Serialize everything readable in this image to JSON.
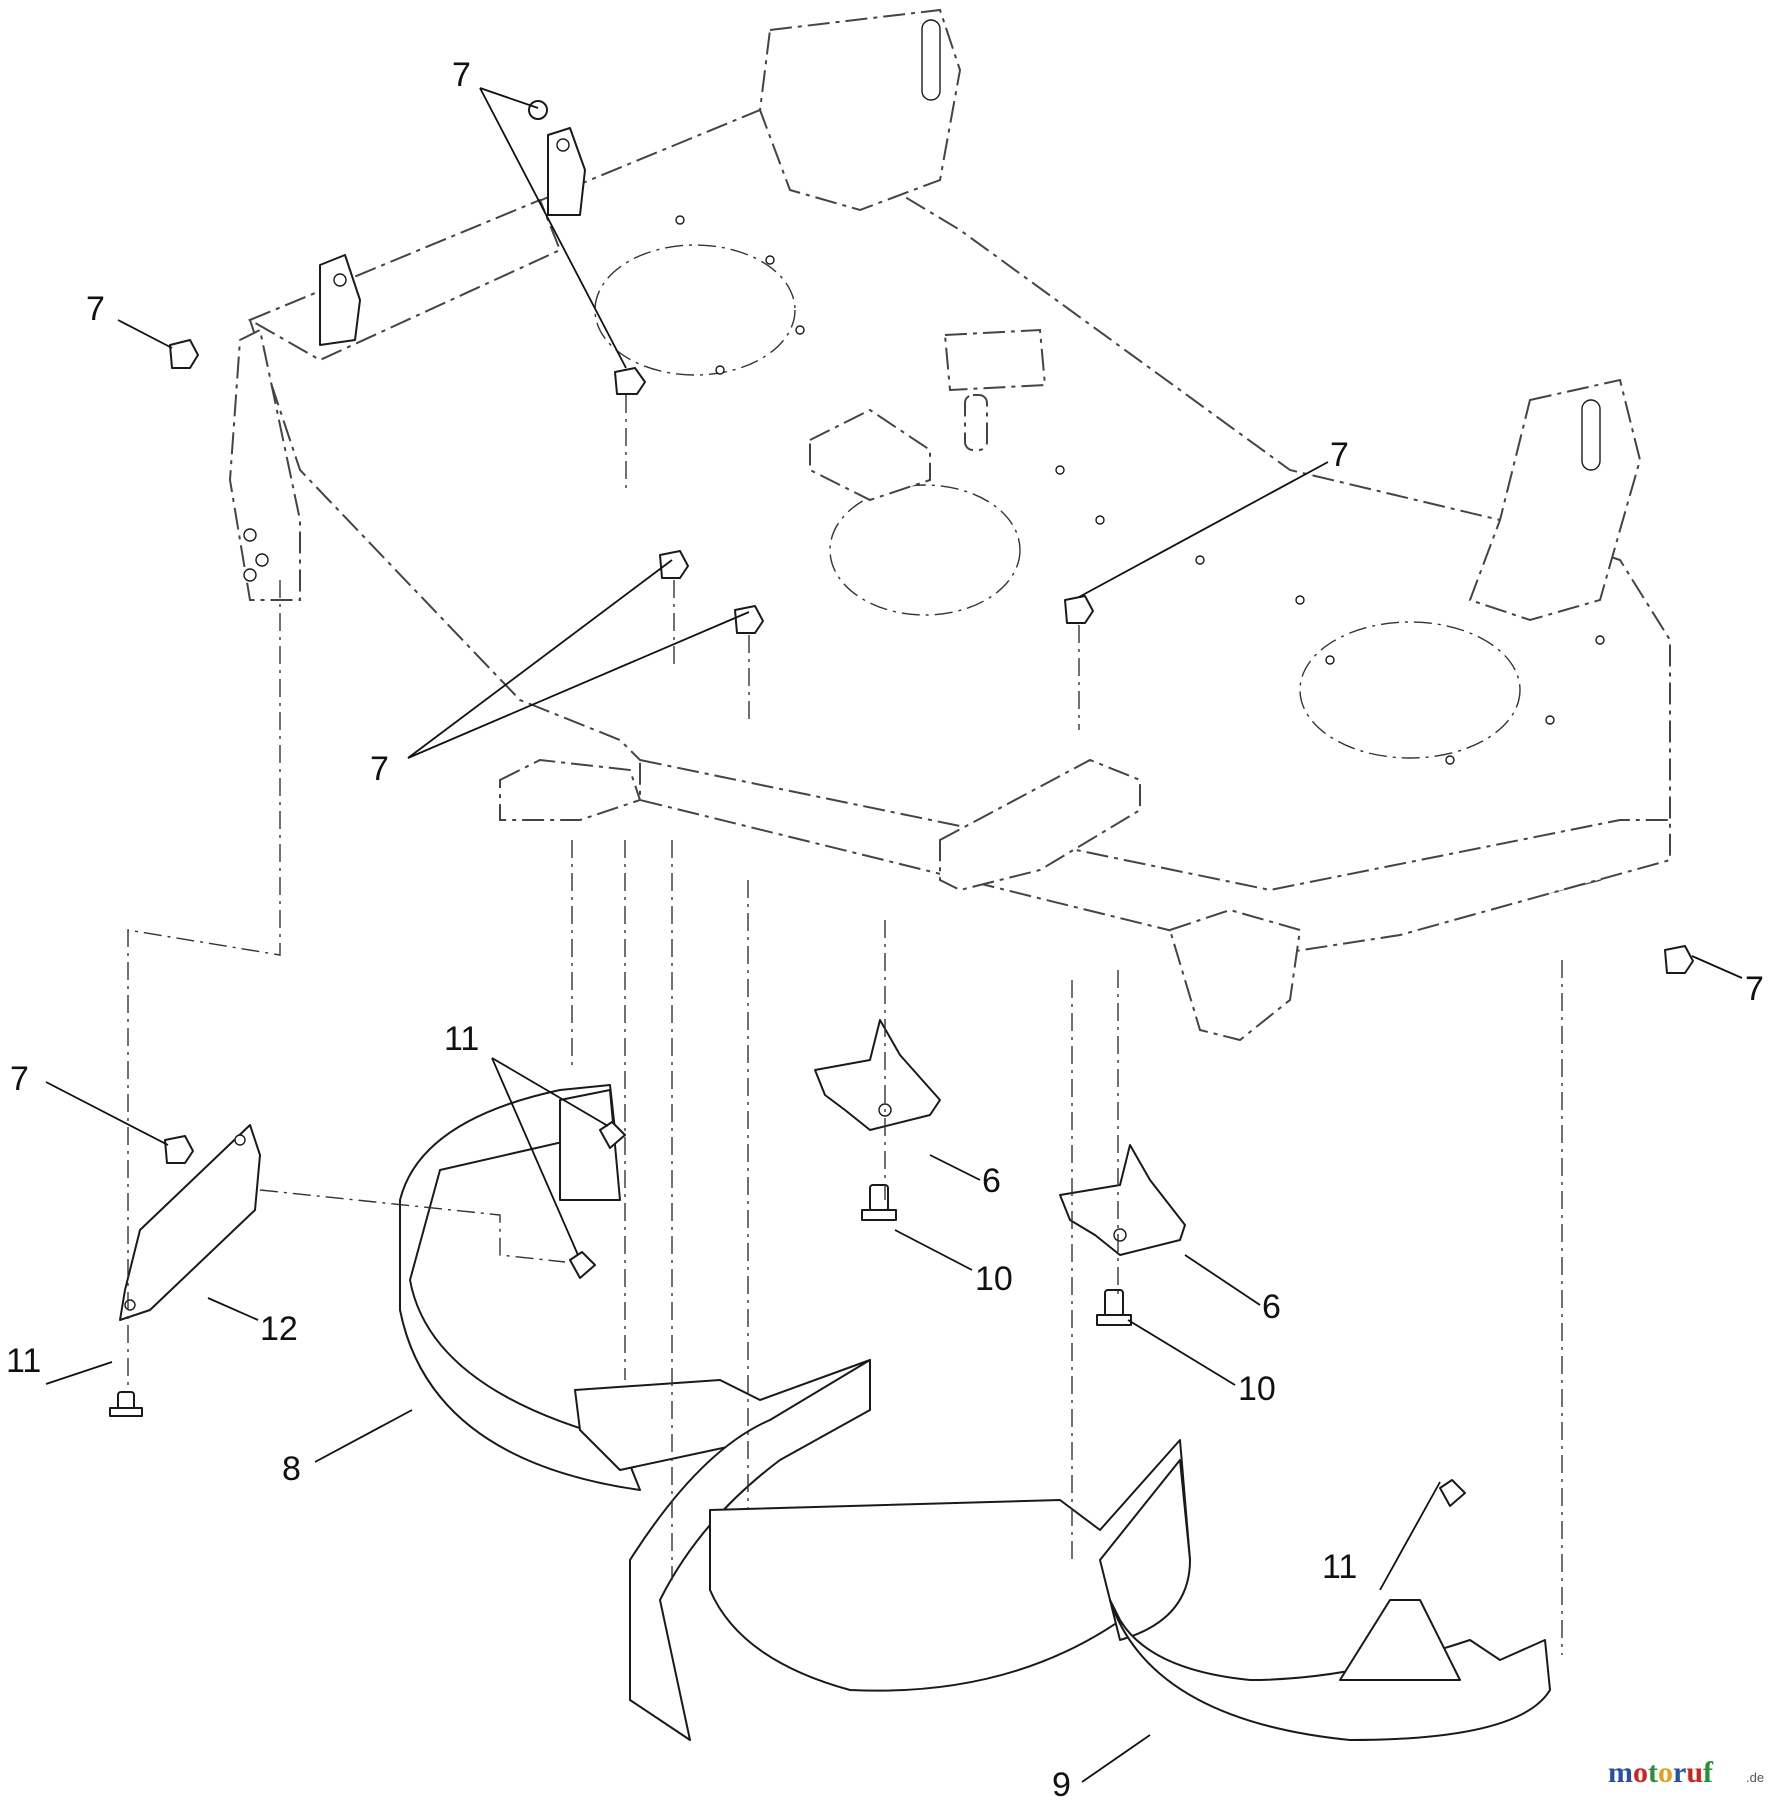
{
  "callouts": [
    {
      "id": "c7a",
      "label": "7"
    },
    {
      "id": "c7b",
      "label": "7"
    },
    {
      "id": "c7c",
      "label": "7"
    },
    {
      "id": "c7d",
      "label": "7"
    },
    {
      "id": "c7e",
      "label": "7"
    },
    {
      "id": "c7f",
      "label": "7"
    },
    {
      "id": "c11a",
      "label": "11"
    },
    {
      "id": "c11b",
      "label": "11"
    },
    {
      "id": "c11c",
      "label": "11"
    },
    {
      "id": "c6a",
      "label": "6"
    },
    {
      "id": "c6b",
      "label": "6"
    },
    {
      "id": "c10a",
      "label": "10"
    },
    {
      "id": "c10b",
      "label": "10"
    },
    {
      "id": "c12",
      "label": "12"
    },
    {
      "id": "c8",
      "label": "8"
    },
    {
      "id": "c9",
      "label": "9"
    }
  ],
  "watermark": {
    "letters": [
      "m",
      "o",
      "t",
      "o",
      "r",
      "u",
      "f"
    ],
    "letter_colors": [
      "#2a4f9e",
      "#d02020",
      "#2a8f3a",
      "#e0a020",
      "#2a4f9e",
      "#d02020",
      "#2a8f3a"
    ],
    "suffix": ".de"
  }
}
